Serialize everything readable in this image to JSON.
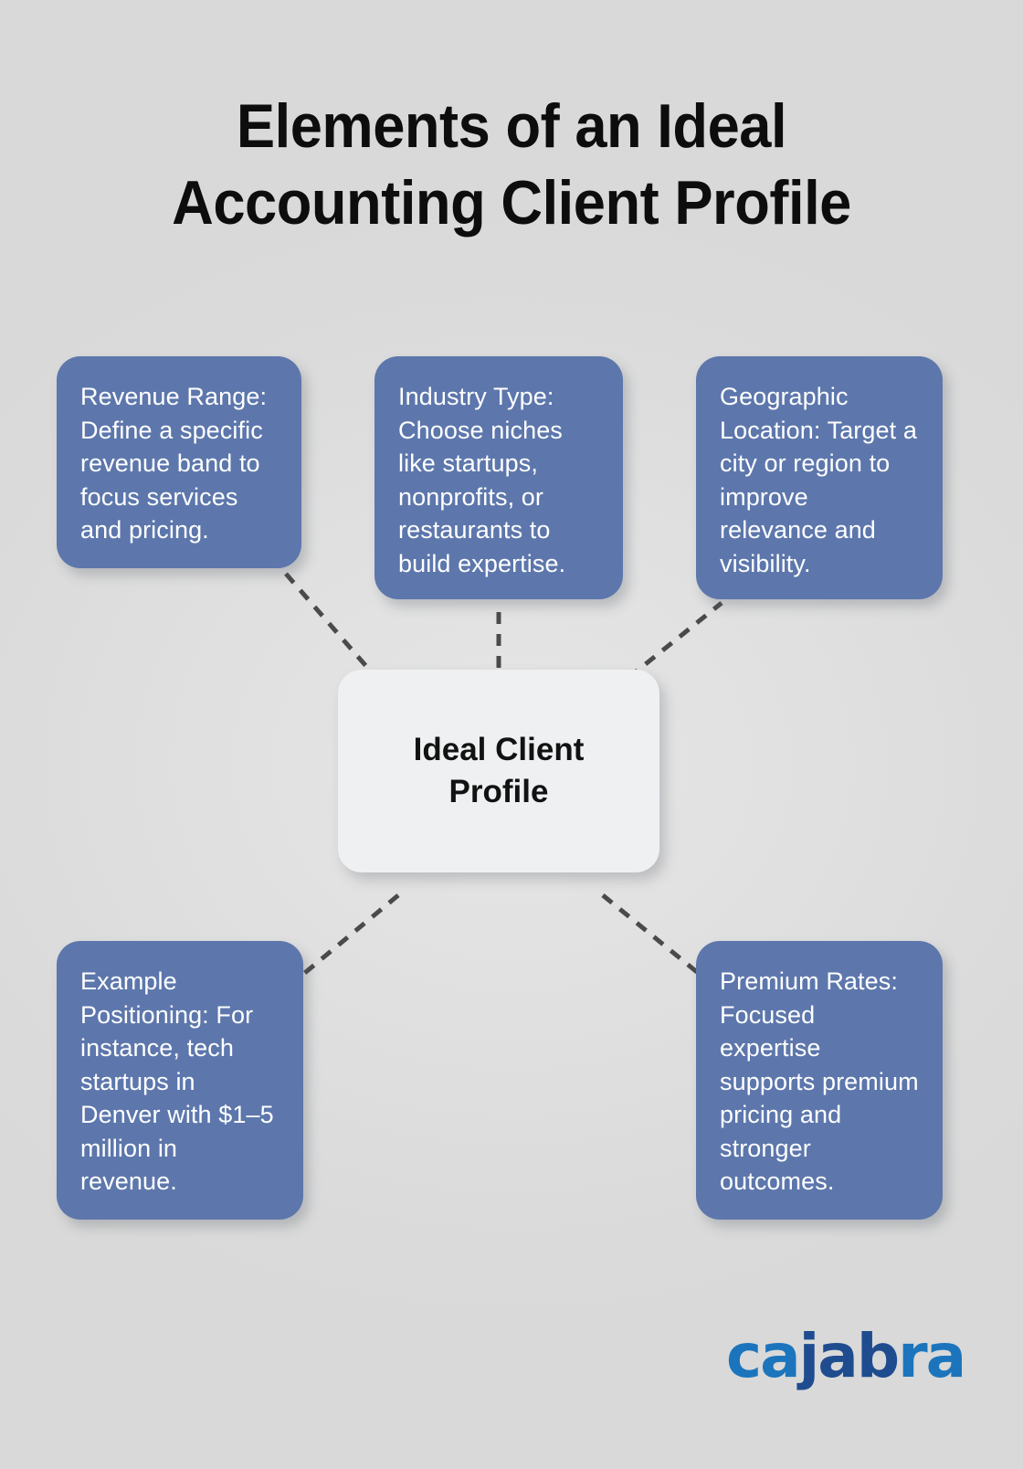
{
  "page": {
    "title_line1": "Elements of an Ideal",
    "title_line2": "Accounting Client Profile",
    "background_color": "#dedede"
  },
  "center": {
    "label": "Ideal Client Profile",
    "background_color": "#eef0f2",
    "text_color": "#121212"
  },
  "theme": {
    "card_color": "#5d77ac",
    "card_text_color": "#ffffff",
    "connector_color": "#4a4a4a"
  },
  "cards": [
    {
      "id": "revenue-range",
      "text": "Revenue Range: Define a specific revenue band to focus services and pricing."
    },
    {
      "id": "industry-type",
      "text": "Industry Type: Choose niches like startups, nonprofits, or restaurants to build expertise."
    },
    {
      "id": "geographic-location",
      "text": "Geographic Location: Target a city or region to improve relevance and visibility."
    },
    {
      "id": "example-positioning",
      "text": "Example Positioning: For instance, tech startups in Denver with $1–5 million in revenue."
    },
    {
      "id": "premium-rates",
      "text": "Premium Rates: Focused expertise supports premium pricing and stronger outcomes."
    }
  ],
  "logo": {
    "part1": "ca",
    "part2": "jab",
    "part3": "ra",
    "color_light": "#1c75bc",
    "color_dark": "#1f4c8f"
  },
  "chart_data": {
    "type": "diagram",
    "layout": "hub-and-spoke",
    "title": "Elements of an Ideal Accounting Client Profile",
    "hub": "Ideal Client Profile",
    "spokes": [
      "Revenue Range: Define a specific revenue band to focus services and pricing.",
      "Industry Type: Choose niches like startups, nonprofits, or restaurants to build expertise.",
      "Geographic Location: Target a city or region to improve relevance and visibility.",
      "Example Positioning: For instance, tech startups in Denver with $1–5 million in revenue.",
      "Premium Rates: Focused expertise supports premium pricing and stronger outcomes."
    ],
    "edge_style": "dashed"
  }
}
